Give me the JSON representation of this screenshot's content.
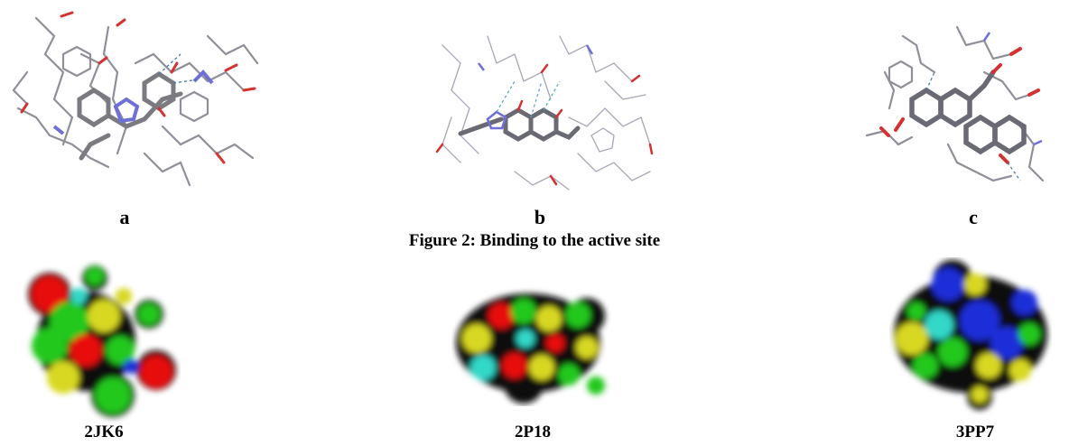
{
  "figure": {
    "caption": "Figure 2: Binding to the active site",
    "top_panels": [
      {
        "label": "a"
      },
      {
        "label": "b"
      },
      {
        "label": "c"
      }
    ],
    "bottom_panels": [
      {
        "label": "2JK6"
      },
      {
        "label": "2P18"
      },
      {
        "label": "3PP7"
      }
    ]
  },
  "colors": {
    "stick_gray": "#8f8f99",
    "oxygen_red": "#d23232",
    "nitrogen_blue": "#6f6fd8",
    "surface_green": "#22c81e",
    "surface_red": "#e81010",
    "surface_yellow": "#d8d820",
    "surface_blue": "#1a2fd8",
    "surface_cyan": "#30d8c8"
  }
}
